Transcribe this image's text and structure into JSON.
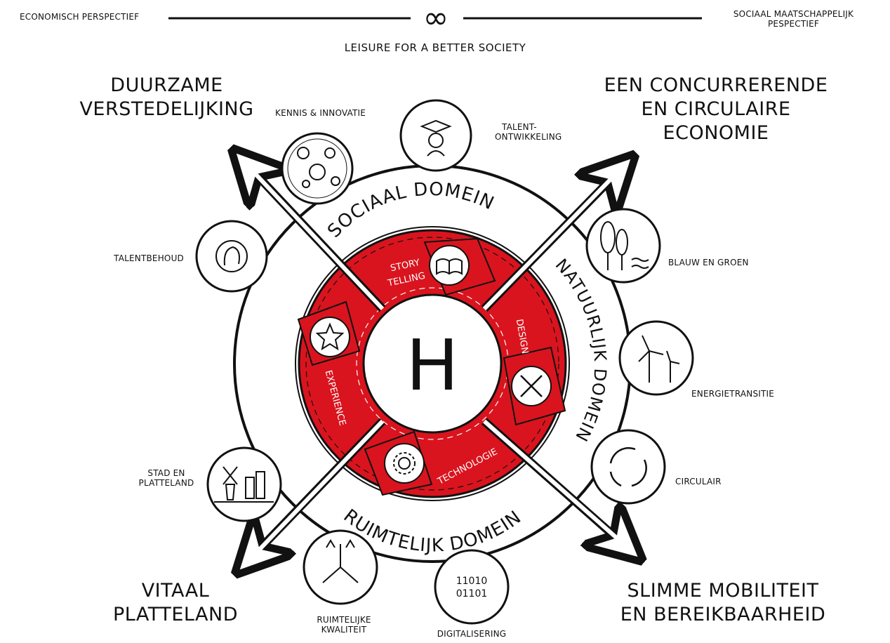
{
  "header": {
    "left": "ECONOMISCH PERSPECTIEF",
    "right_line1": "SOCIAAL MAATSCHAPPELIJK",
    "right_line2": "PESPECTIEF",
    "subtitle": "LEISURE FOR A BETTER SOCIETY",
    "infinity": "∞"
  },
  "corners": {
    "top_left": [
      "DUURZAME",
      "VERSTEDELIJKING"
    ],
    "top_right": [
      "EEN CONCURRERENDE",
      "EN CIRCULAIRE ECONOMIE"
    ],
    "bottom_left": [
      "VITAAL",
      "PLATTELAND"
    ],
    "bottom_right": [
      "SLIMME MOBILITEIT",
      "EN BEREIKBAARHEID"
    ]
  },
  "domains": {
    "social": "SOCIAAL DOMEIN",
    "natural": "NATUURLIJK DOMEIN",
    "spatial": "RUIMTELIJK DOMEIN"
  },
  "core": {
    "logo": "H",
    "segments": {
      "storytelling": [
        "STORY",
        "TELLING"
      ],
      "design": "DESIGN",
      "technologie": "TECHNOLOGIE",
      "experience": "EXPERIENCE"
    }
  },
  "themes": {
    "kennis": "KENNIS & INNOVATIE",
    "talent_line1": "TALENT-",
    "talent_line2": "ONTWIKKELING",
    "talentbehoud": "TALENTBEHOUD",
    "blauw": "BLAUW EN GROEN",
    "energie": "ENERGIETRANSITIE",
    "circulair": "CIRCULAIR",
    "stad_line1": "STAD EN",
    "stad_line2": "PLATTELAND",
    "ruimtelijke_line1": "RUIMTELIJKE",
    "ruimtelijke_line2": "KWALITEIT",
    "digitalisering": "DIGITALISERING",
    "binary_line1": "11010",
    "binary_line2": "01101"
  },
  "colors": {
    "accent": "#d9141e",
    "ink": "#111111",
    "paper": "#ffffff"
  },
  "icons": [
    "brain-icon",
    "graduation-icon",
    "head-icon",
    "trees-icon",
    "wind-turbine-icon",
    "recycle-icon",
    "binary-icon",
    "network-icon",
    "windmill-icon",
    "book-icon",
    "pen-tools-icon",
    "gear-circle-icon",
    "star-icon"
  ]
}
